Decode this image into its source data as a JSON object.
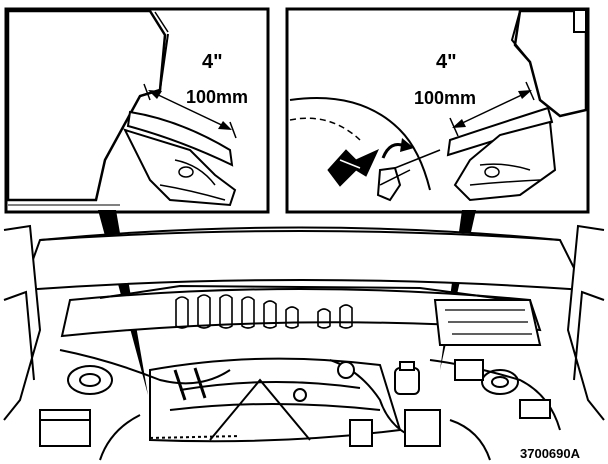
{
  "left_inset": {
    "dimension_in": "4\"",
    "dimension_mm": "100mm"
  },
  "right_inset": {
    "dimension_in": "4\"",
    "dimension_mm": "100mm"
  },
  "figure_id": "3700690A"
}
